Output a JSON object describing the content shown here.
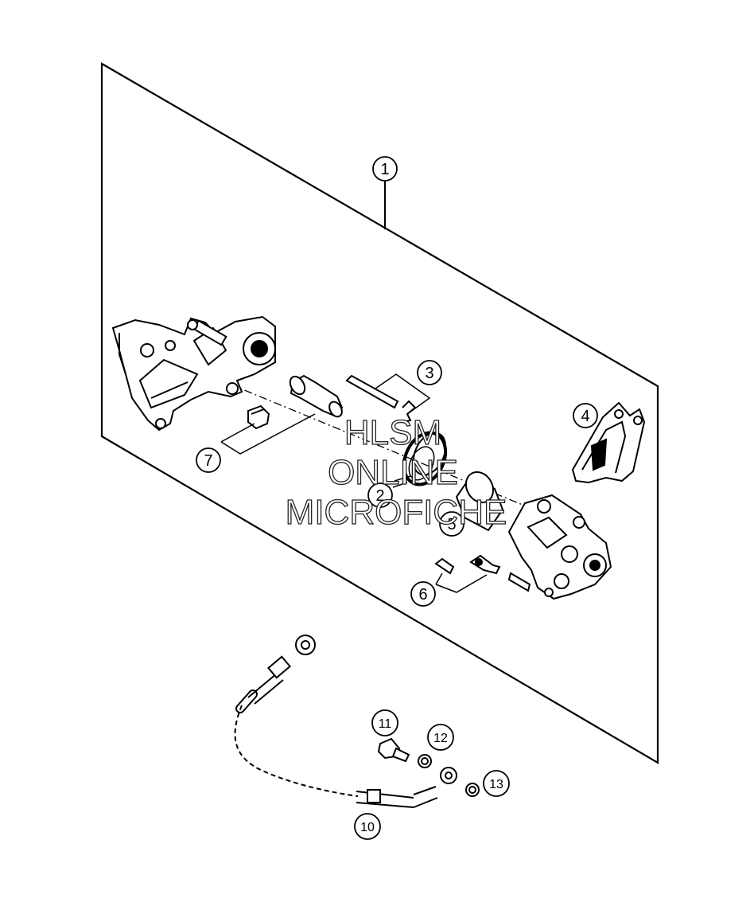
{
  "callouts": [
    {
      "id": "1",
      "label": "1"
    },
    {
      "id": "2",
      "label": "2"
    },
    {
      "id": "3",
      "label": "3"
    },
    {
      "id": "4",
      "label": "4"
    },
    {
      "id": "5",
      "label": "5"
    },
    {
      "id": "6",
      "label": "6"
    },
    {
      "id": "7",
      "label": "7"
    },
    {
      "id": "10",
      "label": "10"
    },
    {
      "id": "11",
      "label": "11"
    },
    {
      "id": "12",
      "label": "12"
    },
    {
      "id": "13",
      "label": "13"
    }
  ],
  "watermark": {
    "line1": "HLSM",
    "line2": "ONLINE",
    "line3": "MICROFICHE"
  }
}
